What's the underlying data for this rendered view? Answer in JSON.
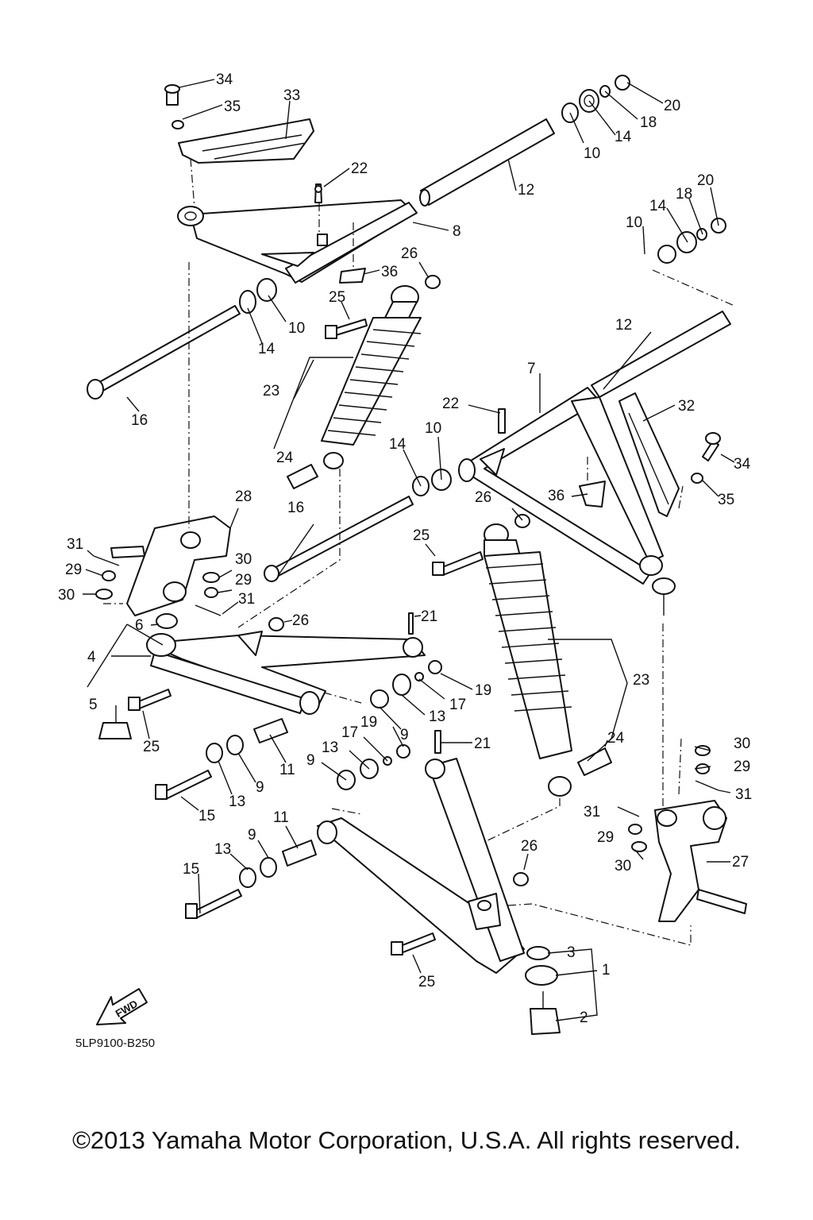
{
  "diagram": {
    "code": "5LP9100-B250",
    "fwd_label": "FWD",
    "copyright": "©2013 Yamaha Motor Corporation, U.S.A. All rights reserved.",
    "callouts": [
      "1",
      "2",
      "3",
      "4",
      "5",
      "6",
      "7",
      "8",
      "9",
      "10",
      "11",
      "12",
      "13",
      "14",
      "15",
      "16",
      "17",
      "18",
      "19",
      "20",
      "21",
      "22",
      "23",
      "24",
      "25",
      "26",
      "27",
      "28",
      "29",
      "30",
      "31",
      "32",
      "33",
      "34",
      "35",
      "36"
    ]
  }
}
